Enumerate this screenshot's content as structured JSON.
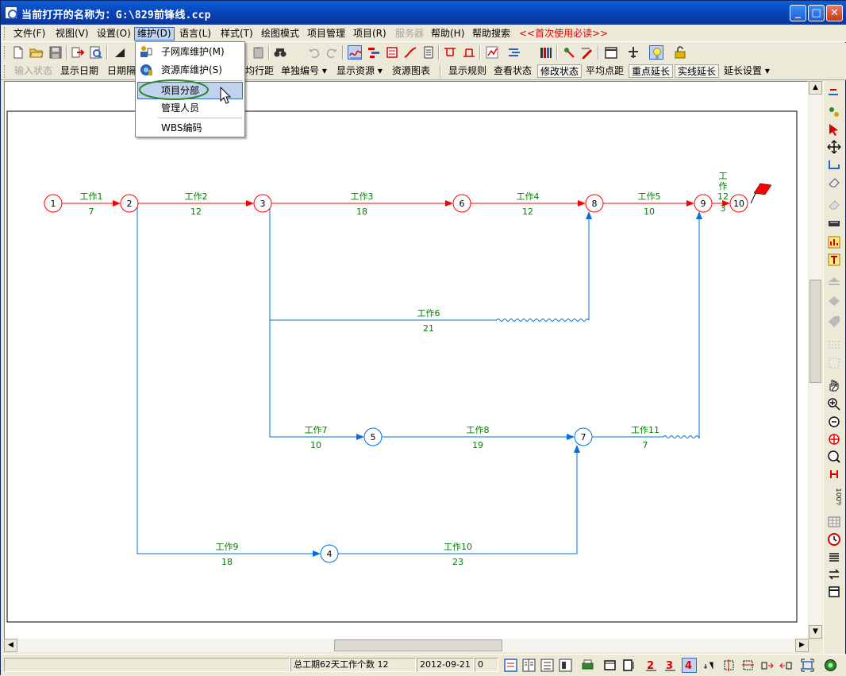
{
  "window": {
    "title": "当前打开的名称为：G:\\829前锋线.ccp",
    "controls": {
      "minimize": "_",
      "maximize": "□",
      "close": "✕"
    }
  },
  "menubar": [
    {
      "label": "文件(F)"
    },
    {
      "label": "视图(V)"
    },
    {
      "label": "设置(O)"
    },
    {
      "label": "维护(D)",
      "state": "active"
    },
    {
      "label": "语言(L)"
    },
    {
      "label": "样式(T)"
    },
    {
      "label": "绘图模式"
    },
    {
      "label": "项目管理"
    },
    {
      "label": "项目(R)"
    },
    {
      "label": "服务器",
      "state": "disabled"
    },
    {
      "label": "帮助(H)"
    },
    {
      "label": "帮助搜索"
    },
    {
      "label": "<<首次使用必读>>",
      "state": "red"
    }
  ],
  "dropdown": {
    "items": [
      {
        "label": "子网库维护(M)",
        "icon": "subnet-library-icon"
      },
      {
        "label": "资源库维护(S)",
        "icon": "resource-library-icon"
      },
      {
        "label": "项目分部",
        "state": "highlighted"
      },
      {
        "label": "管理人员"
      },
      {
        "label": "WBS编码"
      }
    ]
  },
  "toolbar2": [
    {
      "label": "输入状态",
      "state": "disabled"
    },
    {
      "label": "显示日期"
    },
    {
      "label": "日期隔"
    },
    {
      "label": "均行距"
    },
    {
      "label": "单独编号 ▾"
    },
    {
      "label": "显示资源 ▾"
    },
    {
      "label": "资源图表"
    },
    {
      "label": "显示规则"
    },
    {
      "label": "查看状态"
    },
    {
      "label": "修改状态",
      "state": "boxed"
    },
    {
      "label": "平均点距"
    },
    {
      "label": "重点延长",
      "state": "boxed"
    },
    {
      "label": "实线延长",
      "state": "boxed"
    },
    {
      "label": "延长设置 ▾"
    }
  ],
  "network": {
    "colors": {
      "critical": "#ff0000",
      "normal": "#0070e0",
      "label": "#008000"
    },
    "nodes": [
      {
        "id": "1",
        "critical": true
      },
      {
        "id": "2",
        "critical": true
      },
      {
        "id": "3",
        "critical": true
      },
      {
        "id": "6",
        "critical": true
      },
      {
        "id": "8",
        "critical": true
      },
      {
        "id": "9",
        "critical": true
      },
      {
        "id": "10",
        "critical": true
      },
      {
        "id": "5",
        "critical": false
      },
      {
        "id": "7",
        "critical": false
      },
      {
        "id": "4",
        "critical": false
      }
    ],
    "activities": [
      {
        "name": "工作1",
        "duration": "7",
        "from": "1",
        "to": "2",
        "critical": true
      },
      {
        "name": "工作2",
        "duration": "12",
        "from": "2",
        "to": "3",
        "critical": true
      },
      {
        "name": "工作3",
        "duration": "18",
        "from": "3",
        "to": "6",
        "critical": true
      },
      {
        "name": "工作4",
        "duration": "12",
        "from": "6",
        "to": "8",
        "critical": true
      },
      {
        "name": "工作5",
        "duration": "10",
        "from": "8",
        "to": "9",
        "critical": true
      },
      {
        "name": "工作12",
        "duration": "3",
        "from": "9",
        "to": "10",
        "critical": true
      },
      {
        "name": "工作6",
        "duration": "21",
        "from": "3",
        "to": "8",
        "critical": false
      },
      {
        "name": "工作7",
        "duration": "10",
        "from": "3",
        "to": "5",
        "critical": false
      },
      {
        "name": "工作8",
        "duration": "19",
        "from": "5",
        "to": "7",
        "critical": false
      },
      {
        "name": "工作11",
        "duration": "7",
        "from": "7",
        "to": "9",
        "critical": false
      },
      {
        "name": "工作9",
        "duration": "18",
        "from": "2",
        "to": "4",
        "critical": false
      },
      {
        "name": "工作10",
        "duration": "23",
        "from": "4",
        "to": "7",
        "critical": false
      }
    ],
    "end_flag_color": "#ff0000"
  },
  "statusbar": {
    "summary": "总工期62天工作个数 12",
    "date": "2012-09-21",
    "count": "0"
  },
  "scroll": {
    "vertical_thumb": "middle",
    "horizontal_thumb": "middle"
  }
}
